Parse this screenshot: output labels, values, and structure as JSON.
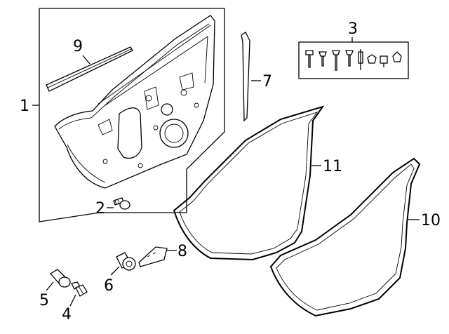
{
  "diagram": {
    "callouts": {
      "c1": "1",
      "c2": "2",
      "c3": "3",
      "c4": "4",
      "c5": "5",
      "c6": "6",
      "c7": "7",
      "c8": "8",
      "c9": "9",
      "c10": "10",
      "c11": "11"
    },
    "parts": [
      {
        "callout": "1",
        "icon": "door-shell-icon"
      },
      {
        "callout": "2",
        "icon": "hinge-bolt-icon"
      },
      {
        "callout": "3",
        "icon": "fastener-kit-icon"
      },
      {
        "callout": "4",
        "icon": "clip-icon"
      },
      {
        "callout": "5",
        "icon": "plug-icon"
      },
      {
        "callout": "6",
        "icon": "bumper-icon"
      },
      {
        "callout": "7",
        "icon": "seal-strip-icon"
      },
      {
        "callout": "8",
        "icon": "wedge-icon"
      },
      {
        "callout": "9",
        "icon": "belt-molding-icon"
      },
      {
        "callout": "10",
        "icon": "body-weatherstrip-icon"
      },
      {
        "callout": "11",
        "icon": "door-weatherstrip-icon"
      }
    ]
  }
}
